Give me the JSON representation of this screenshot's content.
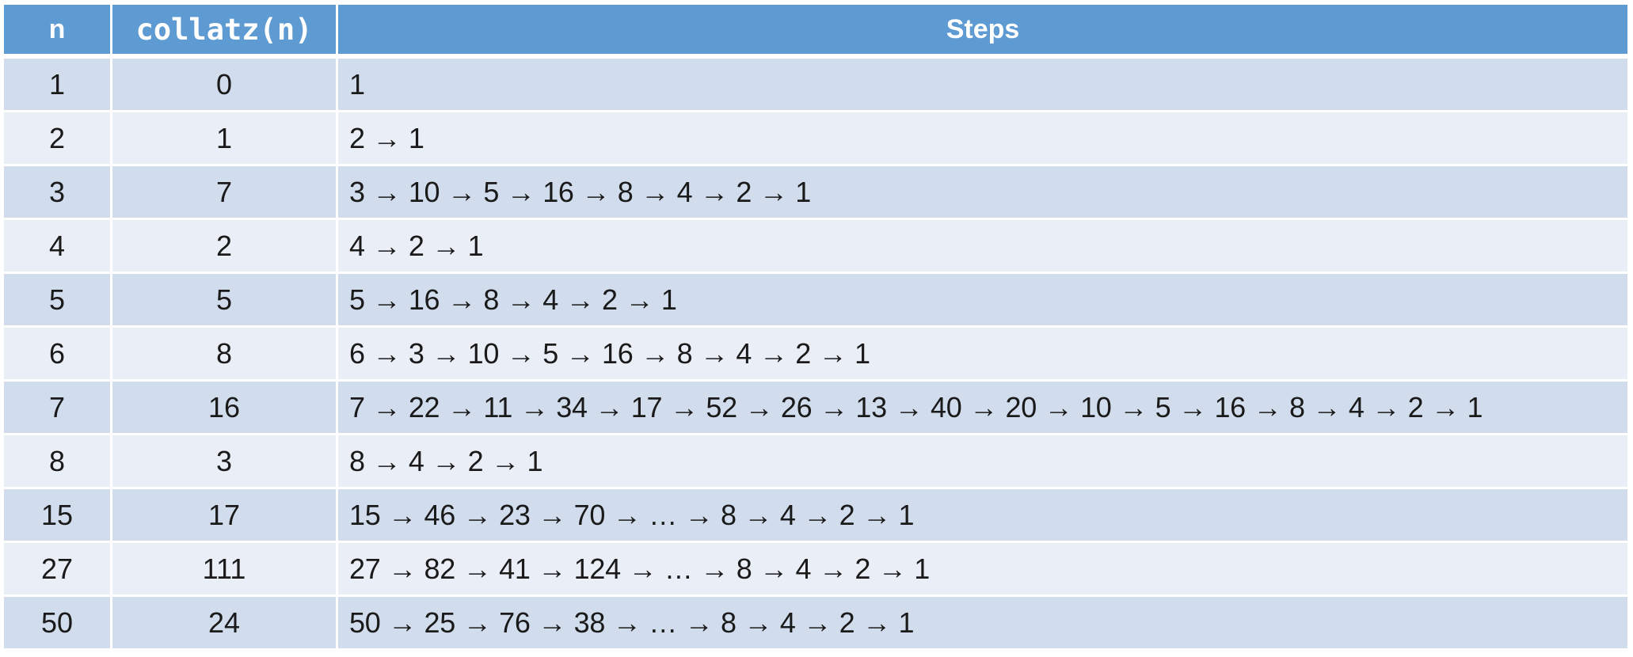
{
  "table": {
    "headers": {
      "n": "n",
      "collatz": "collatz(n)",
      "steps": "Steps"
    },
    "rows": [
      {
        "n": "1",
        "collatz": "0",
        "steps": "1"
      },
      {
        "n": "2",
        "collatz": "1",
        "steps": "2 → 1"
      },
      {
        "n": "3",
        "collatz": "7",
        "steps": "3 → 10 → 5 → 16 → 8 → 4 → 2 → 1"
      },
      {
        "n": "4",
        "collatz": "2",
        "steps": "4 → 2 → 1"
      },
      {
        "n": "5",
        "collatz": "5",
        "steps": "5 → 16 → 8 → 4 → 2 → 1"
      },
      {
        "n": "6",
        "collatz": "8",
        "steps": "6 → 3 → 10 → 5 → 16 → 8 → 4 → 2 → 1"
      },
      {
        "n": "7",
        "collatz": "16",
        "steps": "7 → 22 → 11 → 34 → 17 → 52 → 26 → 13 → 40 → 20 → 10 → 5 → 16 → 8 → 4 → 2 → 1"
      },
      {
        "n": "8",
        "collatz": "3",
        "steps": "8 → 4 → 2 → 1"
      },
      {
        "n": "15",
        "collatz": "17",
        "steps": "15 → 46 → 23 → 70 → … → 8 → 4 → 2 → 1"
      },
      {
        "n": "27",
        "collatz": "111",
        "steps": "27 → 82 → 41 → 124 → … → 8 → 4 → 2 → 1"
      },
      {
        "n": "50",
        "collatz": "24",
        "steps": "50 → 25 → 76 → 38 → … → 8 → 4 → 2 → 1"
      }
    ]
  },
  "colors": {
    "header_bg": "#5e9bd3",
    "row_dark": "#d1dcec",
    "row_light": "#e9eef7"
  }
}
